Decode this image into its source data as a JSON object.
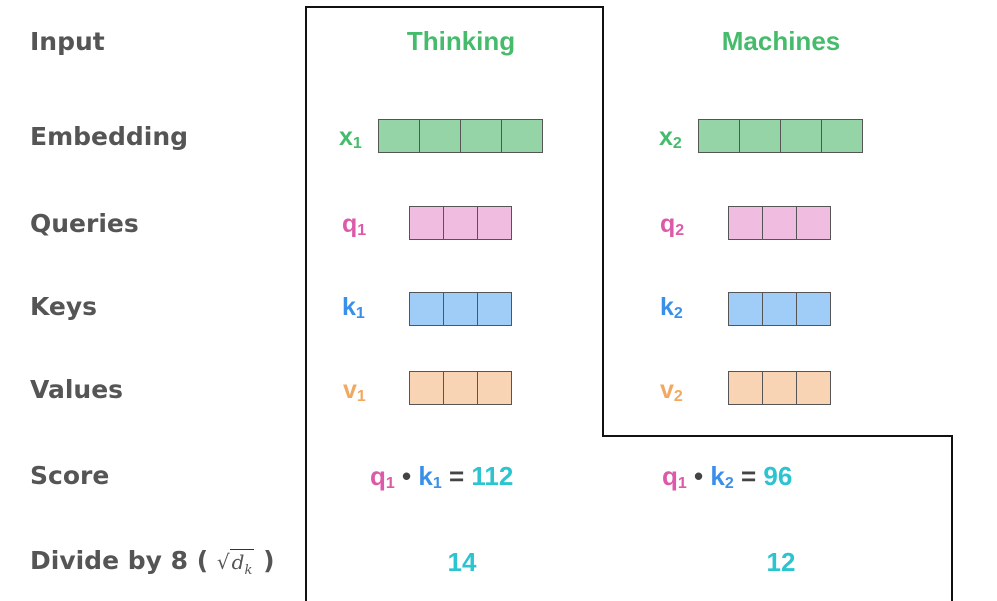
{
  "rows": {
    "input": "Input",
    "embedding": "Embedding",
    "queries": "Queries",
    "keys": "Keys",
    "values": "Values",
    "score": "Score",
    "divide_prefix": "Divide by 8 (",
    "divide_suffix": ")",
    "divide_math_symbol": "√",
    "divide_math_var": "d",
    "divide_math_sub": "k"
  },
  "words": [
    "Thinking",
    "Machines"
  ],
  "symbols": {
    "x1": {
      "base": "x",
      "sub": "1"
    },
    "x2": {
      "base": "x",
      "sub": "2"
    },
    "q1": {
      "base": "q",
      "sub": "1"
    },
    "q2": {
      "base": "q",
      "sub": "2"
    },
    "k1": {
      "base": "k",
      "sub": "1"
    },
    "k2": {
      "base": "k",
      "sub": "2"
    },
    "v1": {
      "base": "v",
      "sub": "1"
    },
    "v2": {
      "base": "v",
      "sub": "2"
    }
  },
  "scores": {
    "s1": {
      "q": "q",
      "qsub": "1",
      "dot": "•",
      "k": "k",
      "ksub": "1",
      "eq": "=",
      "value": "112"
    },
    "s2": {
      "q": "q",
      "qsub": "1",
      "dot": "•",
      "k": "k",
      "ksub": "2",
      "eq": "=",
      "value": "96"
    }
  },
  "divided": [
    "14",
    "12"
  ],
  "vector_sizes": {
    "embedding": 4,
    "query": 3,
    "key": 3,
    "value": 3
  },
  "colors": {
    "word": "#45bb6b",
    "embedding": "#94d4a6",
    "query": "#f0bde0",
    "key": "#a0cdf8",
    "value": "#f8d3b4",
    "query_text": "#dc5aa9",
    "key_text": "#3a90e8",
    "value_text": "#f1a861",
    "score": "#2cc4cf"
  }
}
